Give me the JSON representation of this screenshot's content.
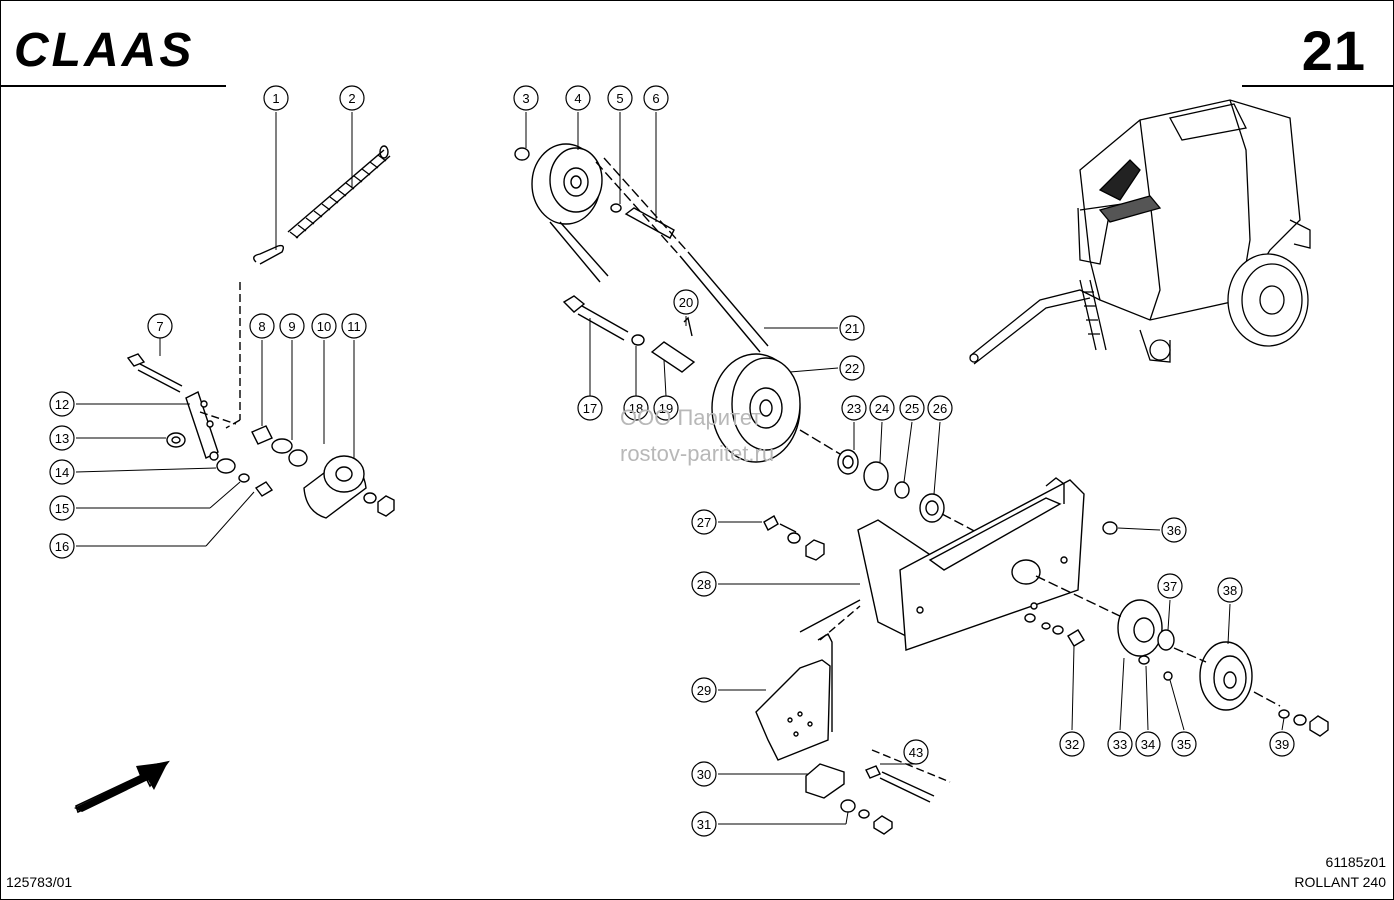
{
  "header": {
    "brand": "CLAAS",
    "page_number": "21"
  },
  "footer": {
    "doc_number": "125783/01",
    "figure_code": "61185z01",
    "model": "ROLLANT 240"
  },
  "watermark": {
    "line1": "ООО Паритет",
    "line2": "rostov-paritet.ru"
  },
  "callouts": [
    "1",
    "2",
    "3",
    "4",
    "5",
    "6",
    "7",
    "8",
    "9",
    "10",
    "11",
    "12",
    "13",
    "14",
    "15",
    "16",
    "17",
    "18",
    "19",
    "20",
    "21",
    "22",
    "23",
    "24",
    "25",
    "26",
    "27",
    "28",
    "29",
    "30",
    "31",
    "32",
    "33",
    "34",
    "35",
    "36",
    "37",
    "38",
    "39",
    "43"
  ]
}
